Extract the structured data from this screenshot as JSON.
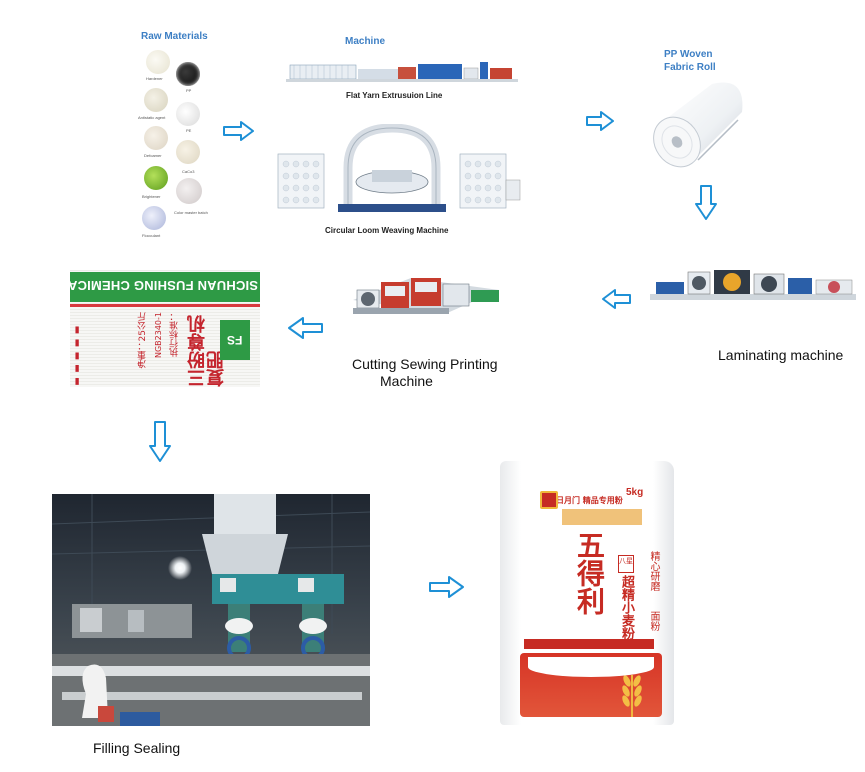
{
  "raw": {
    "title": "Raw Materials",
    "items": [
      {
        "name": "Hardener"
      },
      {
        "name": "PP"
      },
      {
        "name": "Antistatic agent"
      },
      {
        "name": "PE"
      },
      {
        "name": "Defoamer"
      },
      {
        "name": "CaCo3"
      },
      {
        "name": "Brightener"
      },
      {
        "name": "Color master batch"
      },
      {
        "name": "Flocculant"
      }
    ]
  },
  "machine": {
    "title": "Machine",
    "line1": "Flat Yarn Extrusuion Line",
    "line2": "Circular Loom Weaving Machine"
  },
  "roll": {
    "title_line1": "PP Woven",
    "title_line2": "Fabric  Roll"
  },
  "laminating": {
    "label": "Laminating machine"
  },
  "cutting": {
    "label_line1": "Cutting Sewing Printing",
    "label_line2": "Machine"
  },
  "filling": {
    "label": "Filling  Sealing"
  },
  "bag1": {
    "company": "SICHUAN FUSHING CHEMICAL CO.,LTD.",
    "product": "三盼尊机复肥",
    "std": "执行标准：",
    "std_code": "NGB2340-1",
    "net": "净重：25公斤",
    "logo": "FS"
  },
  "bag2": {
    "brand": "五得利",
    "product": "超精小麦粉",
    "top": "日月门 精品专用粉",
    "side1": "精心研磨",
    "side2": "面粉",
    "weight": "5kg",
    "tag": "八星"
  },
  "colors": {
    "arrow": "#1e90d6",
    "arrow_fill": "#ffffff",
    "title": "#3d7fc4"
  }
}
